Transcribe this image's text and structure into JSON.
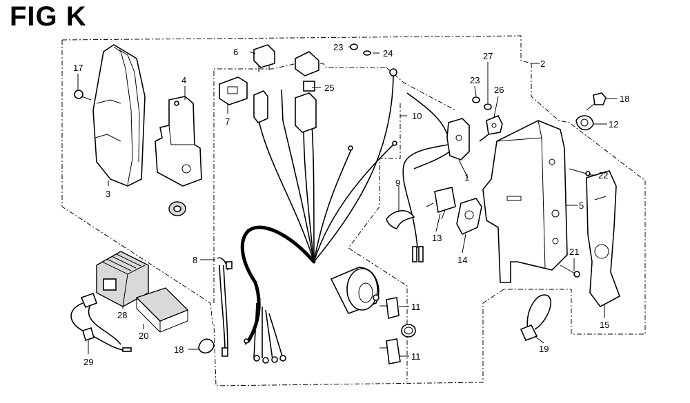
{
  "title": "FIG K",
  "callouts": [
    {
      "id": "callout-1",
      "text": "1"
    },
    {
      "id": "callout-2",
      "text": "2"
    },
    {
      "id": "callout-3",
      "text": "3"
    },
    {
      "id": "callout-4",
      "text": "4"
    },
    {
      "id": "callout-5",
      "text": "5"
    },
    {
      "id": "callout-6",
      "text": "6"
    },
    {
      "id": "callout-7",
      "text": "7"
    },
    {
      "id": "callout-8",
      "text": "8"
    },
    {
      "id": "callout-9",
      "text": "9"
    },
    {
      "id": "callout-10",
      "text": "10"
    },
    {
      "id": "callout-11a",
      "text": "11"
    },
    {
      "id": "callout-11b",
      "text": "11"
    },
    {
      "id": "callout-12",
      "text": "12"
    },
    {
      "id": "callout-13",
      "text": "13"
    },
    {
      "id": "callout-14",
      "text": "14"
    },
    {
      "id": "callout-15",
      "text": "15"
    },
    {
      "id": "callout-17",
      "text": "17"
    },
    {
      "id": "callout-18a",
      "text": "18"
    },
    {
      "id": "callout-18b",
      "text": "18"
    },
    {
      "id": "callout-19",
      "text": "19"
    },
    {
      "id": "callout-20",
      "text": "20"
    },
    {
      "id": "callout-21",
      "text": "21"
    },
    {
      "id": "callout-22",
      "text": "22"
    },
    {
      "id": "callout-23a",
      "text": "23"
    },
    {
      "id": "callout-23b",
      "text": "23"
    },
    {
      "id": "callout-24",
      "text": "24"
    },
    {
      "id": "callout-25",
      "text": "25"
    },
    {
      "id": "callout-26",
      "text": "26"
    },
    {
      "id": "callout-27",
      "text": "27"
    },
    {
      "id": "callout-28",
      "text": "28"
    },
    {
      "id": "callout-29",
      "text": "29"
    }
  ]
}
